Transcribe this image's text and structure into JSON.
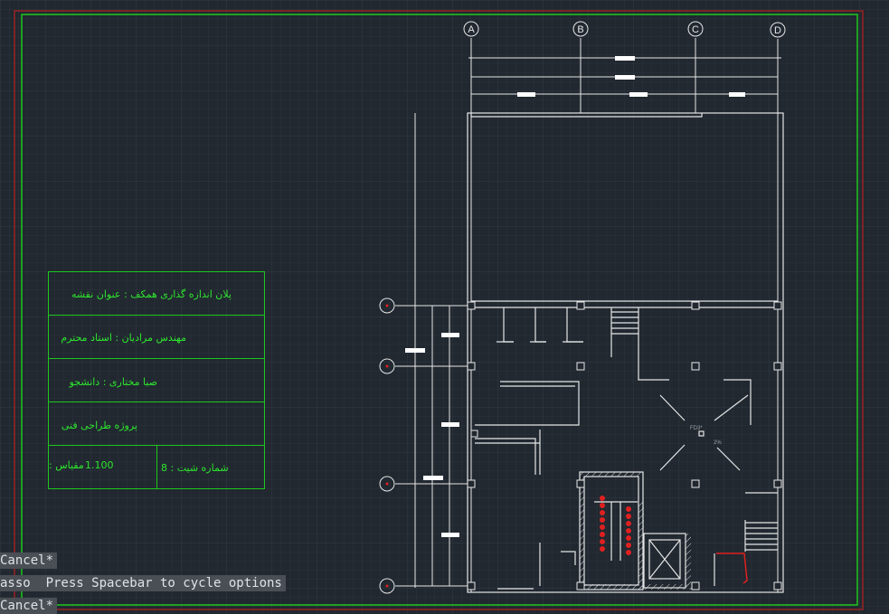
{
  "grid_labels": [
    "A",
    "B",
    "C",
    "D"
  ],
  "title_block": {
    "drawing_title": "پلان اندازه گذاری همکف : عنوان نقشه",
    "professor": "مهندس مرادیان : استاد محترم",
    "student": "صبا مختاری : دانشجو",
    "project": "پروژه طراحی فنی",
    "scale_value": "1.100",
    "scale_label": ": مقیاس",
    "sheet_label": "8 : شماره شیت"
  },
  "plan_labels": {
    "floor_drain": "FD3*",
    "slope": "2%"
  },
  "command_line": {
    "line1": "Cancel*",
    "line2": "asso  Press Spacebar to cycle options",
    "line3": "Cancel*"
  },
  "colors": {
    "background": "#212830",
    "frame_green": "#1ec81e",
    "frame_red": "#9b2222",
    "lines_white": "#e6e6e6",
    "accent_red": "#e02020"
  }
}
